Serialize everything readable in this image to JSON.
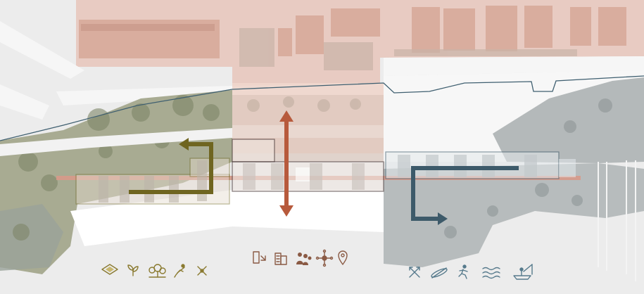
{
  "colors": {
    "background": "#ececec",
    "urban_tint": "#e8cbc2",
    "building": "#d7a898",
    "vegetation": "#a8ab92",
    "vegetation_dark": "#7e8668",
    "coast_line": "#3f5f70",
    "olive": "#6f6520",
    "terracotta": "#b75a3c",
    "slate": "#3d5a6a",
    "axis_pink": "#d7998a",
    "icon_brown": "#8a5a44",
    "icon_olive": "#8a7a30",
    "icon_blue": "#567a8c"
  },
  "legend": {
    "left_group": [
      "terrain-diamond-icon",
      "sprout-icon",
      "trees-icon",
      "climbing-icon",
      "trail-cross-icon"
    ],
    "center_group": [
      "door-exit-icon",
      "buildings-icon",
      "people-group-icon",
      "network-node-icon",
      "location-pin-icon"
    ],
    "right_group": [
      "arrows-cross-icon",
      "kayak-icon",
      "runner-icon",
      "waves-icon",
      "fishing-boat-icon"
    ]
  },
  "zones": [
    "west-green-zone",
    "central-urban-zone",
    "east-coastal-zone"
  ]
}
